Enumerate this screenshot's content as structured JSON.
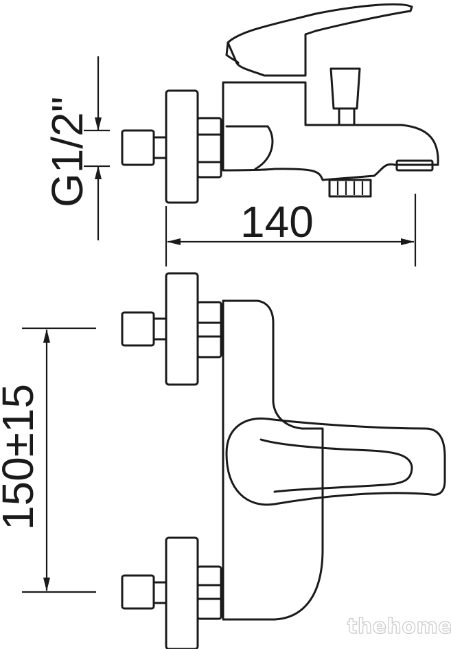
{
  "dimensions": {
    "thread": "G1/2\"",
    "width": "140",
    "spacing": "150±15"
  },
  "watermark": "thehome",
  "colors": {
    "stroke": "#1a1a1a",
    "background": "#ffffff",
    "watermark_outline": "#c8c8c8"
  }
}
